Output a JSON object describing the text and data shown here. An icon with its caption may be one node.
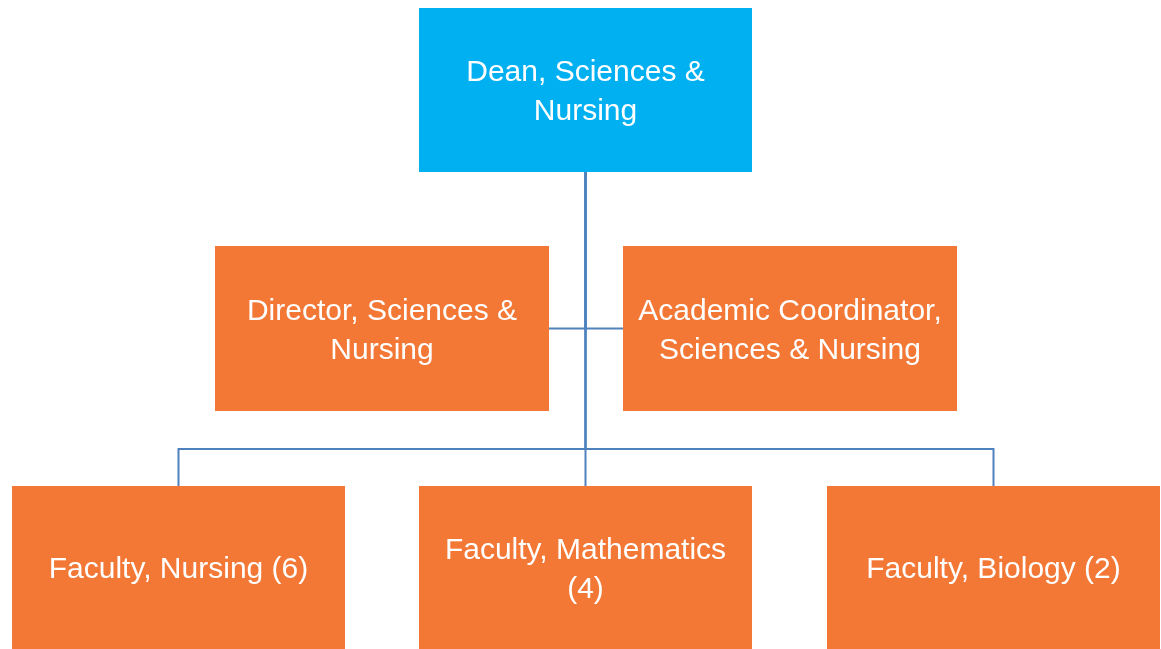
{
  "diagram": {
    "nodes": [
      {
        "text": [
          "Dean, Sciences & Nursing"
        ]
      },
      {
        "text": [
          "Director, Sciences & Nursing"
        ]
      },
      {
        "text": [
          "Academic Coordinator, Sciences & Nursing"
        ]
      },
      {
        "text": [
          "Faculty, Nursing (6)"
        ]
      },
      {
        "text": [
          "Faculty, Mathematics (4)"
        ]
      },
      {
        "text": [
          "Faculty, Biology (2)"
        ]
      }
    ],
    "edges": [
      {
        "from": 0,
        "to": 1,
        "arrow": "none"
      },
      {
        "from": 0,
        "to": 2,
        "arrow": "none"
      },
      {
        "from": 0,
        "to": 3,
        "arrow": "none"
      },
      {
        "from": 0,
        "to": 4,
        "arrow": "none"
      },
      {
        "from": 0,
        "to": 5,
        "arrow": "none"
      }
    ]
  }
}
